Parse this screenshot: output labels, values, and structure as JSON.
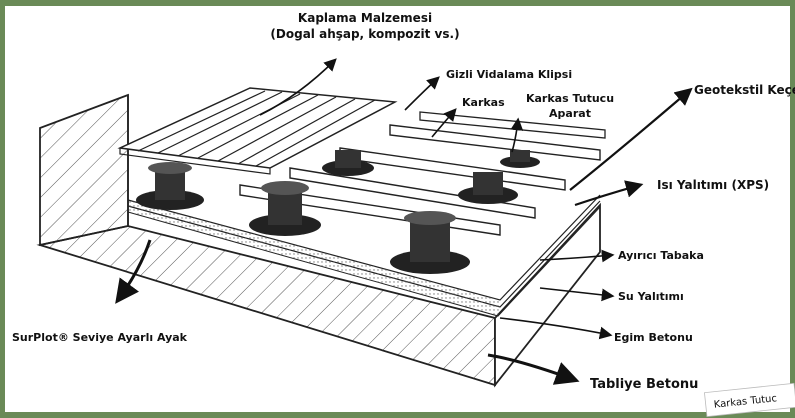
{
  "diagram": {
    "labels": {
      "kaplama_title": "Kaplama Malzemesi",
      "kaplama_sub": "(Dogal ahşap, kompozit vs.)",
      "gizli_klips": "Gizli Vidalama Klipsi",
      "karkas": "Karkas",
      "karkas_tutucu_1": "Karkas Tutucu",
      "karkas_tutucu_2": "Aparat",
      "geotekstil": "Geotekstil Keçe",
      "isi_yalitimi": "Isı Yalıtımı (XPS)",
      "ayirici": "Ayırıcı Tabaka",
      "su_yalitimi": "Su Yalıtımı",
      "egim_betonu": "Egim Betonu",
      "tabliye_betonu": "Tabliye Betonu",
      "surplot": "SurPlot® Seviye Ayarlı Ayak",
      "corner_note": "Karkas Tutuc"
    }
  }
}
